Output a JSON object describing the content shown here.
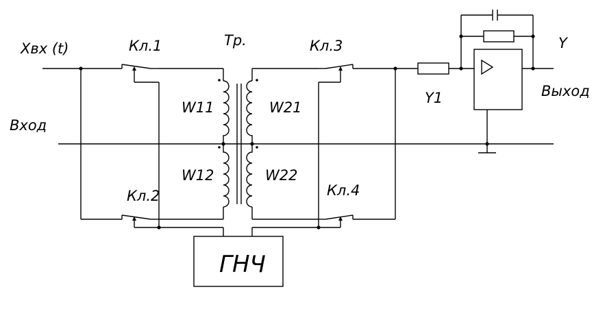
{
  "labels": {
    "input_signal": "Xвх (t)",
    "input": "Вход",
    "switch1": "Кл.1",
    "switch2": "Кл.2",
    "switch3": "Кл.3",
    "switch4": "Кл.4",
    "transformer": "Тр.",
    "winding11": "W11",
    "winding12": "W12",
    "winding21": "W21",
    "winding22": "W22",
    "resistor_y1": "Y1",
    "output_signal": "Y",
    "output": "Выход",
    "generator": "ГНЧ"
  }
}
